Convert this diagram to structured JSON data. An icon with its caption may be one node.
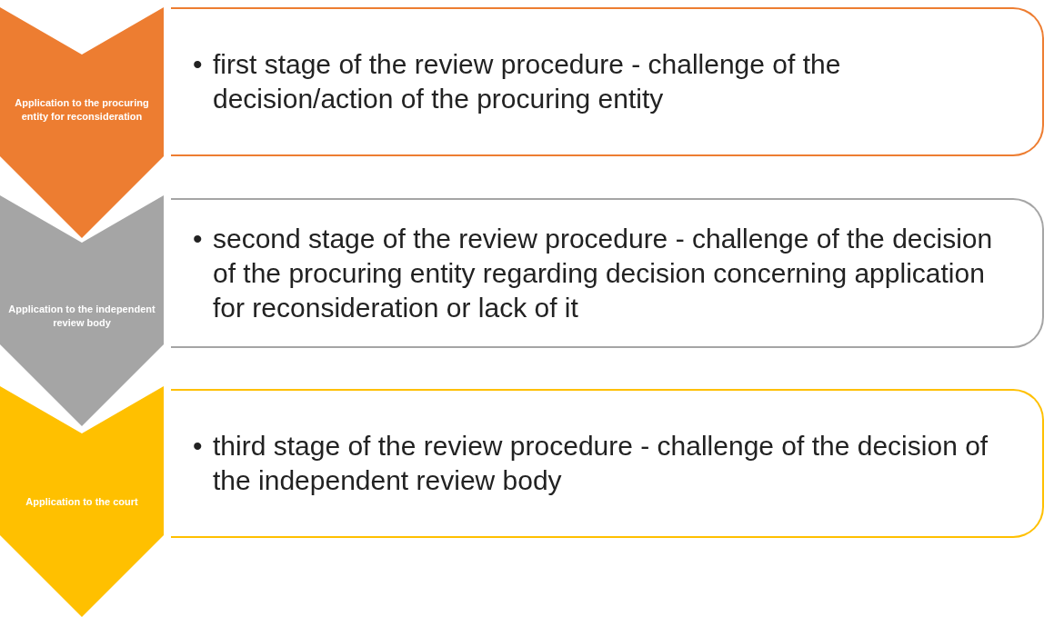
{
  "diagram": {
    "nodes": [
      {
        "text": [
          "Application to the procuring entity for reconsideration"
        ]
      },
      {
        "text": [
          "•",
          "first stage of the review procedure - challenge of the decision/action of the procuring entity"
        ]
      },
      {
        "text": [
          "Application to the independent review body"
        ]
      },
      {
        "text": [
          "•",
          "second stage of the review procedure - challenge of the decision of the procuring entity regarding decision concerning application for reconsideration or lack of it"
        ]
      },
      {
        "text": [
          "Application to the court"
        ]
      },
      {
        "text": [
          "•",
          "third stage of the review procedure - challenge of the decision of the independent review body"
        ]
      }
    ]
  }
}
